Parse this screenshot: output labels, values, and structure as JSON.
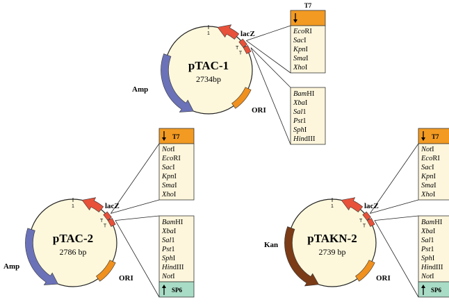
{
  "plasmids": [
    {
      "name": "pTAC-1",
      "size": "2734bp",
      "resistance": "Amp",
      "origin": "ORI",
      "reporter": "lacZ",
      "terminator": "T",
      "one_marker": "1",
      "promoter_top": "T7",
      "mcs_top": [
        {
          "italic": "Eco",
          "roman": "RI"
        },
        {
          "italic": "Sac",
          "roman": "I"
        },
        {
          "italic": "Kpn",
          "roman": "I"
        },
        {
          "italic": "Sma",
          "roman": "I"
        },
        {
          "italic": "Xho",
          "roman": "I"
        }
      ],
      "mcs_bottom": [
        {
          "italic": "Bam",
          "roman": "HI"
        },
        {
          "italic": "Xba",
          "roman": "I"
        },
        {
          "italic": "Sal",
          "roman": "1"
        },
        {
          "italic": "Pst",
          "roman": "1"
        },
        {
          "italic": "Sph",
          "roman": "I"
        },
        {
          "italic": "Hin",
          "roman": "dIII"
        }
      ]
    },
    {
      "name": "pTAC-2",
      "size": "2786 bp",
      "resistance": "Amp",
      "origin": "ORI",
      "reporter": "lacZ",
      "terminator": "T",
      "one_marker": "1",
      "promoter_top": "T7",
      "promoter_bottom": "SP6",
      "mcs_top": [
        {
          "italic": "Not",
          "roman": "I"
        },
        {
          "italic": "Eco",
          "roman": "RI"
        },
        {
          "italic": "Sac",
          "roman": "I"
        },
        {
          "italic": "Kpn",
          "roman": "I"
        },
        {
          "italic": "Sma",
          "roman": "I"
        },
        {
          "italic": "Xho",
          "roman": "I"
        }
      ],
      "mcs_bottom": [
        {
          "italic": "Bam",
          "roman": "HI"
        },
        {
          "italic": "Xba",
          "roman": "I"
        },
        {
          "italic": "Sal",
          "roman": "1"
        },
        {
          "italic": "Pst",
          "roman": "1"
        },
        {
          "italic": "Sph",
          "roman": "I"
        },
        {
          "italic": "Hin",
          "roman": "dIII"
        },
        {
          "italic": "Not",
          "roman": "I"
        }
      ]
    },
    {
      "name": "pTAKN-2",
      "size": "2739 bp",
      "resistance": "Kan",
      "origin": "ORI",
      "reporter": "lacZ",
      "terminator": "T",
      "one_marker": "1",
      "promoter_top": "T7",
      "promoter_bottom": "SP6",
      "mcs_top": [
        {
          "italic": "Not",
          "roman": "I"
        },
        {
          "italic": "Eco",
          "roman": "RI"
        },
        {
          "italic": "Sac",
          "roman": "I"
        },
        {
          "italic": "Kpn",
          "roman": "I"
        },
        {
          "italic": "Sma",
          "roman": "I"
        },
        {
          "italic": "Xho",
          "roman": "I"
        }
      ],
      "mcs_bottom": [
        {
          "italic": "Bam",
          "roman": "HI"
        },
        {
          "italic": "Xba",
          "roman": "I"
        },
        {
          "italic": "Sal",
          "roman": "1"
        },
        {
          "italic": "Pst",
          "roman": "1"
        },
        {
          "italic": "Sph",
          "roman": "I"
        },
        {
          "italic": "Hin",
          "roman": "dIII"
        },
        {
          "italic": "Not",
          "roman": "I"
        }
      ]
    }
  ],
  "colors": {
    "plasmid_fill": "#fdf8dc",
    "outline": "#222222",
    "amp_arc": "#6b72b8",
    "kan_arc": "#7a3b16",
    "ori_arc": "#f0901e",
    "lacz_arrow": "#e8513a",
    "promoter_t7": "#f29a22",
    "promoter_sp6": "#a9dcc6",
    "mcs_fill": "#fdf6dc"
  },
  "icons": {
    "down": "down-arrow-icon",
    "up": "up-arrow-icon"
  }
}
